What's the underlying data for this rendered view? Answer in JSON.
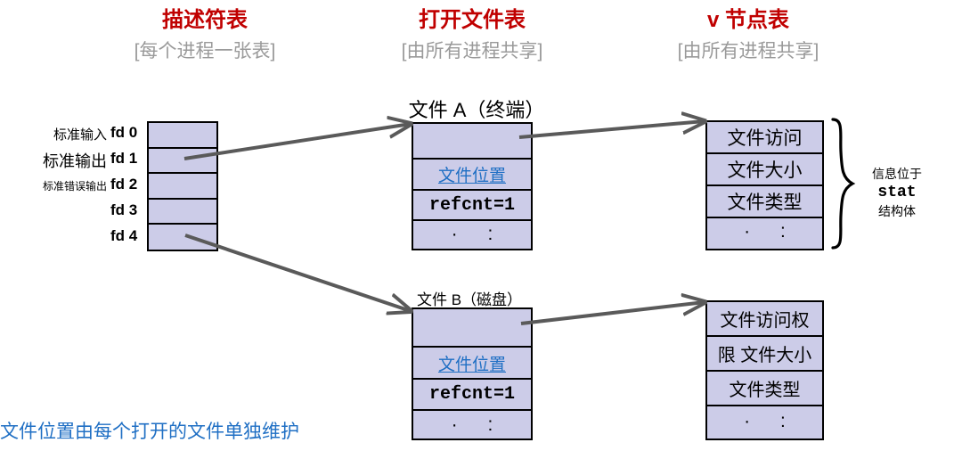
{
  "columns": [
    {
      "title": "描述符表",
      "subtitle": "[每个进程一张表]"
    },
    {
      "title": "打开文件表",
      "subtitle": "[由所有进程共享]"
    },
    {
      "title": "v 节点表",
      "subtitle": "[由所有进程共享]"
    }
  ],
  "descriptor_table": {
    "rows": [
      {
        "label": "标准输入",
        "fd": "fd 0"
      },
      {
        "label": "标准输出",
        "fd": "fd 1"
      },
      {
        "label": "标准错误输出",
        "fd": "fd 2"
      },
      {
        "label": "",
        "fd": "fd 3"
      },
      {
        "label": "",
        "fd": "fd 4"
      }
    ]
  },
  "open_file_tables": [
    {
      "title": "文件 A（终端）",
      "cells": [
        "",
        "文件位置",
        "refcnt=1",
        "·  :"
      ]
    },
    {
      "title": "文件 B（磁盘）",
      "cells": [
        "",
        "文件位置",
        "refcnt=1",
        "·  :"
      ]
    }
  ],
  "vnode_tables": [
    {
      "cells": [
        "文件访问",
        "文件大小",
        "文件类型",
        "·  :"
      ]
    },
    {
      "cells": [
        "文件访问权",
        "限 文件大小",
        "文件类型",
        "·  :"
      ]
    }
  ],
  "stat_note": {
    "line1": "信息位于",
    "line2": "stat",
    "line3": "结构体"
  },
  "footnote": "文件位置由每个打开的文件单独维护",
  "colors": {
    "heading": "#C00000",
    "subheading": "#9A9A9A",
    "cell_fill": "#CCCCE8",
    "border": "#000000",
    "link_blue": "#1F6FC4",
    "arrow_gray": "#5A5A5A"
  }
}
